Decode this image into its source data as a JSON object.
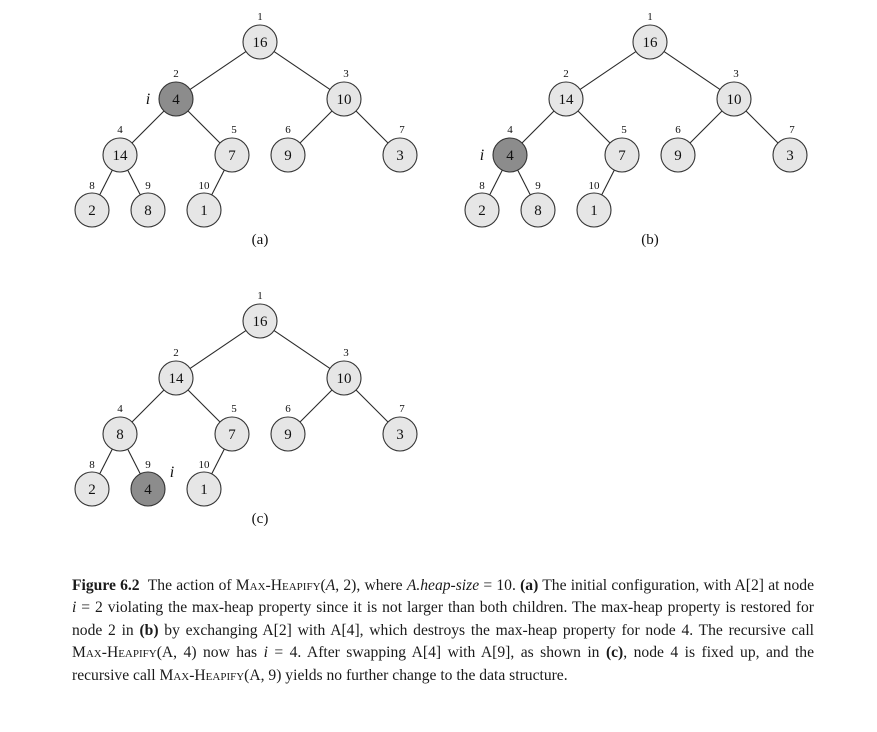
{
  "diagram": {
    "colors": {
      "node_fill": "#e6e6e6",
      "highlight_fill": "#8c8c8c"
    },
    "pointer_label": "i",
    "panels": [
      {
        "label": "(a)",
        "highlight_index": 2,
        "nodes": [
          {
            "index": "1",
            "value": "16"
          },
          {
            "index": "2",
            "value": "4"
          },
          {
            "index": "3",
            "value": "10"
          },
          {
            "index": "4",
            "value": "14"
          },
          {
            "index": "5",
            "value": "7"
          },
          {
            "index": "6",
            "value": "9"
          },
          {
            "index": "7",
            "value": "3"
          },
          {
            "index": "8",
            "value": "2"
          },
          {
            "index": "9",
            "value": "8"
          },
          {
            "index": "10",
            "value": "1"
          }
        ]
      },
      {
        "label": "(b)",
        "highlight_index": 4,
        "nodes": [
          {
            "index": "1",
            "value": "16"
          },
          {
            "index": "2",
            "value": "14"
          },
          {
            "index": "3",
            "value": "10"
          },
          {
            "index": "4",
            "value": "4"
          },
          {
            "index": "5",
            "value": "7"
          },
          {
            "index": "6",
            "value": "9"
          },
          {
            "index": "7",
            "value": "3"
          },
          {
            "index": "8",
            "value": "2"
          },
          {
            "index": "9",
            "value": "8"
          },
          {
            "index": "10",
            "value": "1"
          }
        ]
      },
      {
        "label": "(c)",
        "highlight_index": 9,
        "nodes": [
          {
            "index": "1",
            "value": "16"
          },
          {
            "index": "2",
            "value": "14"
          },
          {
            "index": "3",
            "value": "10"
          },
          {
            "index": "4",
            "value": "8"
          },
          {
            "index": "5",
            "value": "7"
          },
          {
            "index": "6",
            "value": "9"
          },
          {
            "index": "7",
            "value": "3"
          },
          {
            "index": "8",
            "value": "2"
          },
          {
            "index": "9",
            "value": "4"
          },
          {
            "index": "10",
            "value": "1"
          }
        ]
      }
    ]
  },
  "caption": {
    "figure_label": "Figure 6.2",
    "p1": "The action of ",
    "func_name": "Max-Heapify",
    "p2": "(",
    "var_A": "A",
    "p3": ", 2), where ",
    "var_heapsize": "A.heap-size",
    "p4": " = 10. ",
    "bold_a": "(a)",
    "p5": " The initial configuration, with A[2] at node ",
    "var_i1": "i",
    "p6": " = 2 violating the max-heap property since it is not larger than both children. The max-heap property is restored for node 2 in ",
    "bold_b": "(b)",
    "p7": " by exchanging A[2] with A[4], which destroys the max-heap property for node 4. The recursive call ",
    "func_name2": "Max-Heapify",
    "p8": "(A, 4) now has ",
    "var_i2": "i",
    "p9": " = 4. After swapping A[4] with A[9], as shown in ",
    "bold_c": "(c)",
    "p10": ", node 4 is fixed up, and the recursive call ",
    "func_name3": "Max-Heapify",
    "p11": "(A, 9) yields no further change to the data structure."
  }
}
